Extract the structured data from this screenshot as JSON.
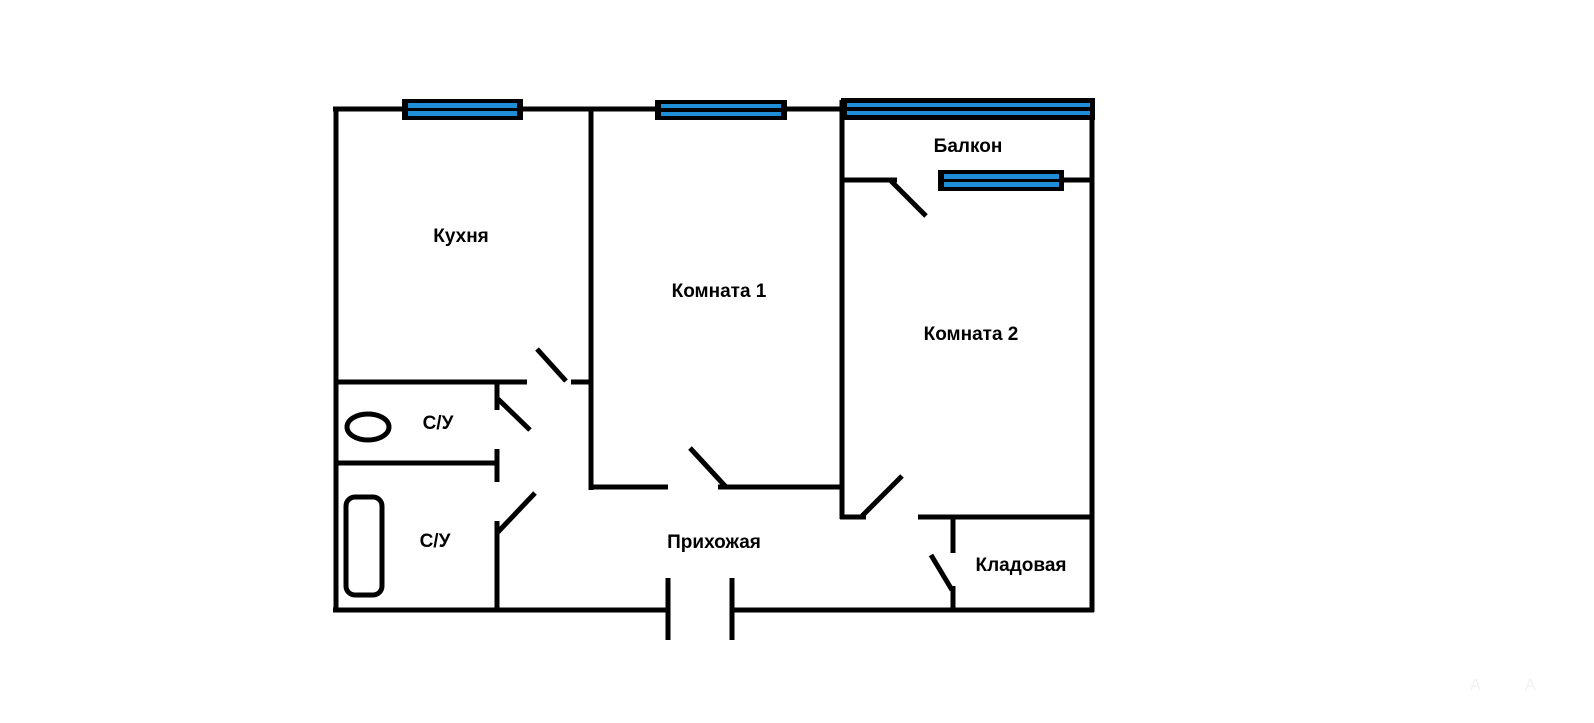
{
  "diagram": {
    "type": "floor-plan",
    "colors": {
      "wall": "#000000",
      "window_glass": "#1e8fd6",
      "background": "#ffffff"
    },
    "rooms": [
      {
        "id": "kitchen",
        "label": "Кухня"
      },
      {
        "id": "room1",
        "label": "Комната 1"
      },
      {
        "id": "room2",
        "label": "Комната 2"
      },
      {
        "id": "balcony",
        "label": "Балкон"
      },
      {
        "id": "bathroom1",
        "label": "С/У"
      },
      {
        "id": "bathroom2",
        "label": "С/У"
      },
      {
        "id": "hallway",
        "label": "Прихожая"
      },
      {
        "id": "storage",
        "label": "Кладовая"
      }
    ],
    "windows": [
      "kitchen-window",
      "room1-window",
      "balcony-window",
      "room2-window"
    ],
    "doors": [
      "kitchen-door",
      "room1-door",
      "room2-door",
      "balcony-door",
      "bathroom1-door",
      "bathroom2-door",
      "storage-door",
      "entrance-door"
    ],
    "fixtures": [
      "toilet",
      "bathtub"
    ]
  }
}
